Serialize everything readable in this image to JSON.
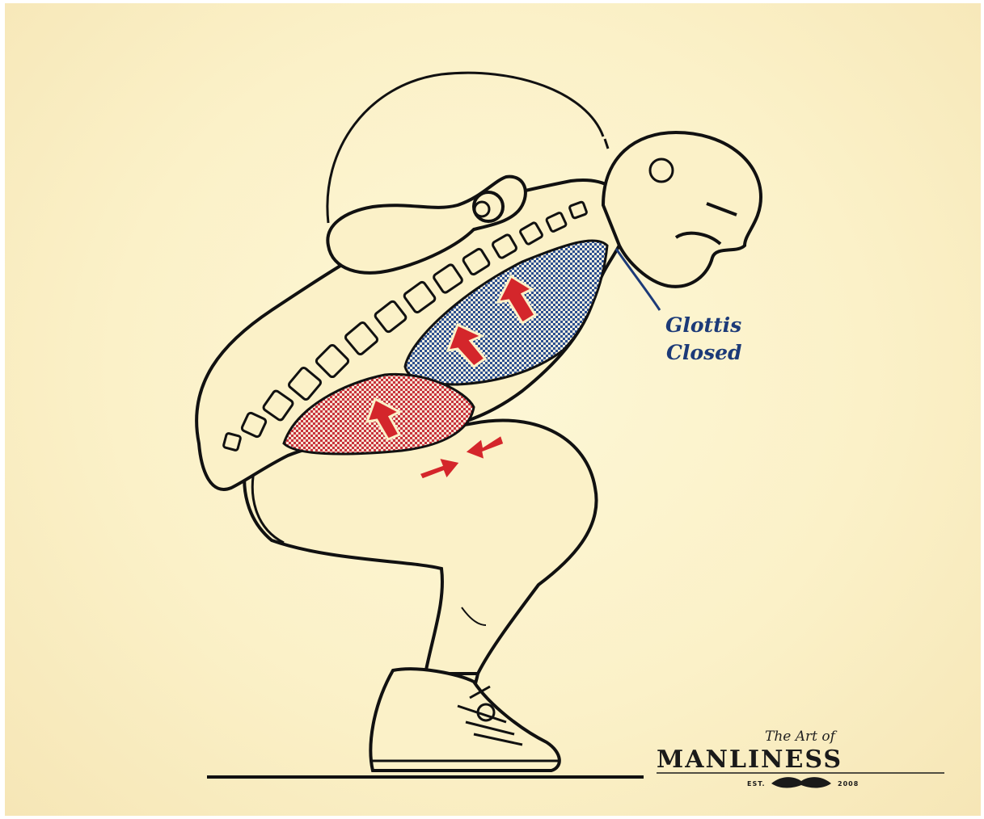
{
  "annotation": {
    "line1": "Glottis",
    "line2": "Closed"
  },
  "logo": {
    "script": "The Art of",
    "wordmark": "MANLINESS",
    "est_label": "EST.",
    "est_year": "2008"
  },
  "colors": {
    "background": "#fbf1c8",
    "outline": "#111111",
    "lung_fill": "#2c4f8f",
    "abdomen_fill": "#c8323a",
    "arrow_red": "#d4262b",
    "label_blue": "#1c3a78"
  }
}
